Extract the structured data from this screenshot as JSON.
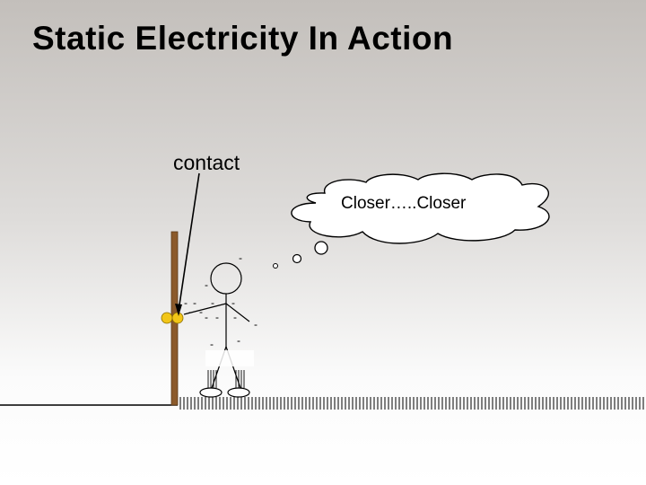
{
  "slide": {
    "title": "Static Electricity In Action",
    "contact_label": "contact",
    "thought": "Closer…..Closer",
    "charge_symbol": "-"
  },
  "colors": {
    "pole": "#8b5a2b",
    "charge_ball": "#f2c618",
    "thought_cloud_fill": "#ffffff",
    "line": "#000000"
  }
}
